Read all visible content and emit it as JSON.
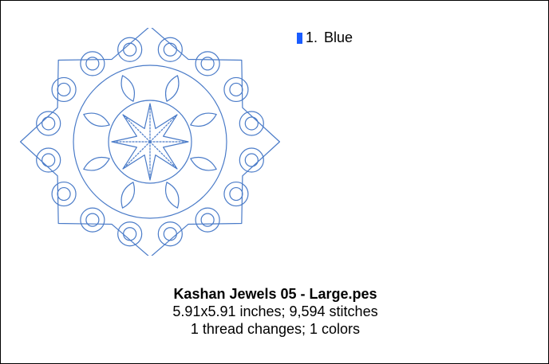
{
  "legend": {
    "items": [
      {
        "number": "1.",
        "label": "Blue",
        "color": "#1a5cff"
      }
    ]
  },
  "design": {
    "thread_color": "#4a7bc8"
  },
  "info": {
    "filename": "Kashan Jewels 05 - Large.pes",
    "dimensions_stitches": "5.91x5.91 inches; 9,594 stitches",
    "thread_summary": "1 thread changes; 1 colors"
  }
}
